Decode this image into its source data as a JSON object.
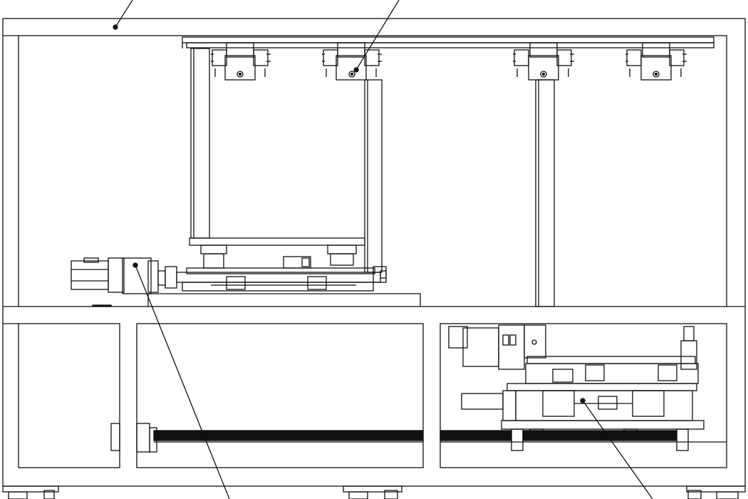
{
  "drawing": {
    "type": "mechanical-assembly-front-view",
    "line_color": "#111111",
    "background_color": "#ffffff",
    "hatch_color": "#111111"
  },
  "components": {
    "frame": {
      "name": "machine-frame"
    },
    "top_beam": {
      "name": "top-rail-beam"
    },
    "clamps": {
      "count": 4
    },
    "columns": {
      "count": 3
    },
    "motor": {
      "name": "drive-motor"
    },
    "lift_platform": {
      "name": "lift-platform"
    },
    "lower_left_panel": {
      "name": "cabinet-door-left"
    },
    "lower_mid_bay": {
      "name": "lower-bay-middle"
    },
    "lower_right_bay": {
      "name": "lower-bay-right-mechanism"
    },
    "feet": {
      "count": 3
    }
  },
  "leader_lines": {
    "count": 4
  }
}
